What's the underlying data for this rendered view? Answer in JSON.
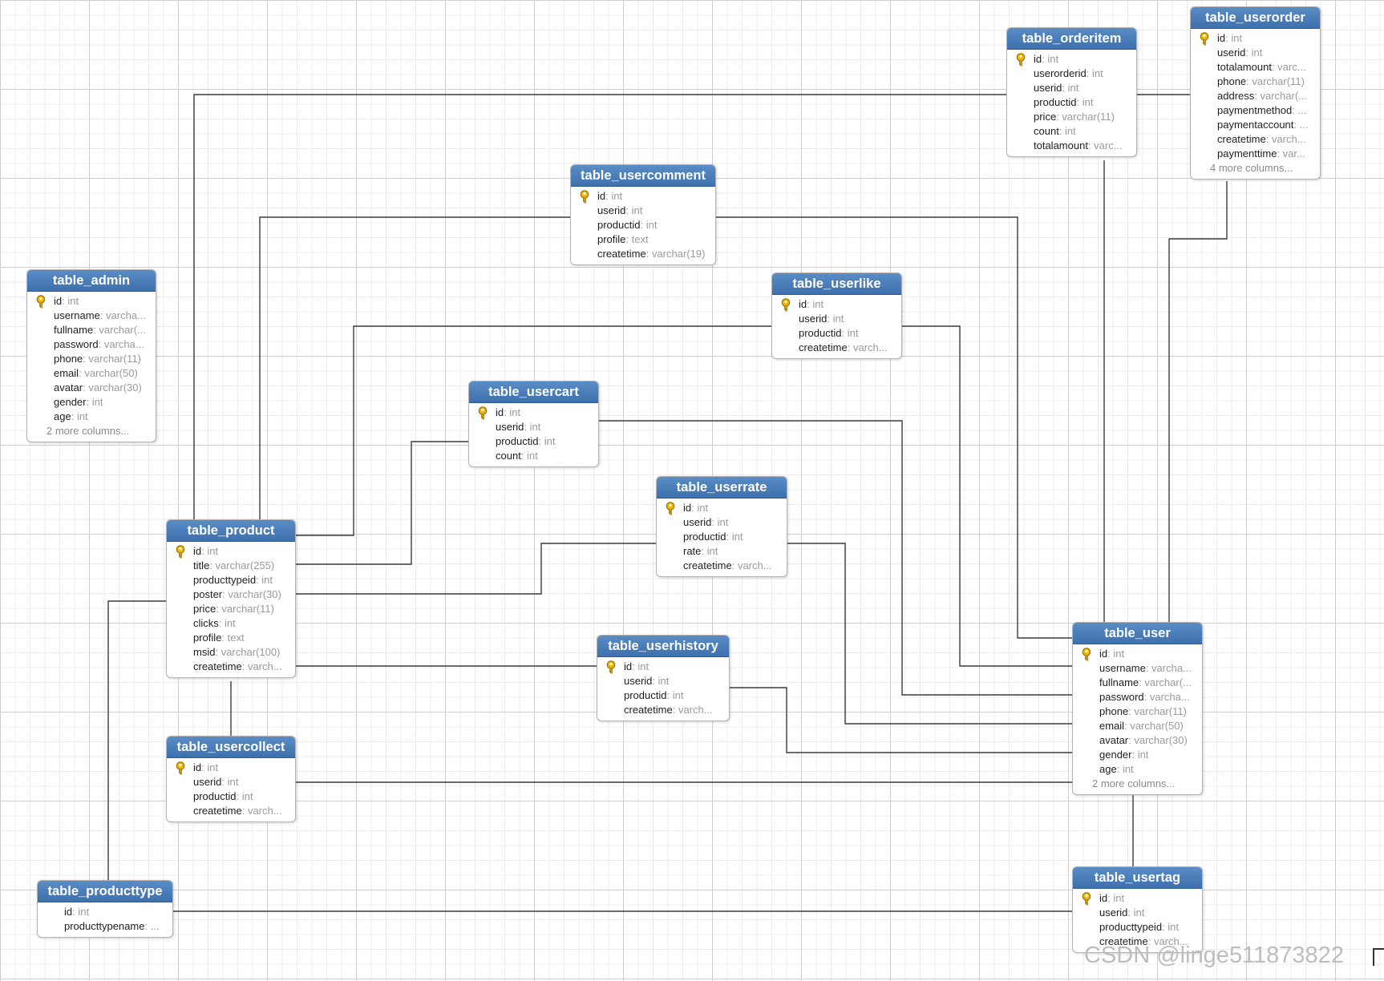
{
  "tables": {
    "admin": {
      "name": "table_admin",
      "fields": [
        {
          "name": "id",
          "type": "int",
          "pk": true
        },
        {
          "name": "username",
          "type": "varcha..."
        },
        {
          "name": "fullname",
          "type": "varchar(..."
        },
        {
          "name": "password",
          "type": "varcha..."
        },
        {
          "name": "phone",
          "type": "varchar(11)"
        },
        {
          "name": "email",
          "type": "varchar(50)"
        },
        {
          "name": "avatar",
          "type": "varchar(30)"
        },
        {
          "name": "gender",
          "type": "int"
        },
        {
          "name": "age",
          "type": "int"
        }
      ],
      "more": "2 more columns..."
    },
    "product": {
      "name": "table_product",
      "fields": [
        {
          "name": "id",
          "type": "int",
          "pk": true
        },
        {
          "name": "title",
          "type": "varchar(255)"
        },
        {
          "name": "producttypeid",
          "type": "int"
        },
        {
          "name": "poster",
          "type": "varchar(30)"
        },
        {
          "name": "price",
          "type": "varchar(11)"
        },
        {
          "name": "clicks",
          "type": "int"
        },
        {
          "name": "profile",
          "type": "text"
        },
        {
          "name": "msid",
          "type": "varchar(100)"
        },
        {
          "name": "createtime",
          "type": "varch..."
        }
      ]
    },
    "usercollect": {
      "name": "table_usercollect",
      "fields": [
        {
          "name": "id",
          "type": "int",
          "pk": true
        },
        {
          "name": "userid",
          "type": "int"
        },
        {
          "name": "productid",
          "type": "int"
        },
        {
          "name": "createtime",
          "type": "varch..."
        }
      ]
    },
    "producttype": {
      "name": "table_producttype",
      "fields": [
        {
          "name": "id",
          "type": "int"
        },
        {
          "name": "producttypename",
          "type": "..."
        }
      ]
    },
    "usercomment": {
      "name": "table_usercomment",
      "fields": [
        {
          "name": "id",
          "type": "int",
          "pk": true
        },
        {
          "name": "userid",
          "type": "int"
        },
        {
          "name": "productid",
          "type": "int"
        },
        {
          "name": "profile",
          "type": "text"
        },
        {
          "name": "createtime",
          "type": "varchar(19)"
        }
      ]
    },
    "usercart": {
      "name": "table_usercart",
      "fields": [
        {
          "name": "id",
          "type": "int",
          "pk": true
        },
        {
          "name": "userid",
          "type": "int"
        },
        {
          "name": "productid",
          "type": "int"
        },
        {
          "name": "count",
          "type": "int"
        }
      ]
    },
    "userlike": {
      "name": "table_userlike",
      "fields": [
        {
          "name": "id",
          "type": "int",
          "pk": true
        },
        {
          "name": "userid",
          "type": "int"
        },
        {
          "name": "productid",
          "type": "int"
        },
        {
          "name": "createtime",
          "type": "varch..."
        }
      ]
    },
    "userrate": {
      "name": "table_userrate",
      "fields": [
        {
          "name": "id",
          "type": "int",
          "pk": true
        },
        {
          "name": "userid",
          "type": "int"
        },
        {
          "name": "productid",
          "type": "int"
        },
        {
          "name": "rate",
          "type": "int"
        },
        {
          "name": "createtime",
          "type": "varch..."
        }
      ]
    },
    "userhistory": {
      "name": "table_userhistory",
      "fields": [
        {
          "name": "id",
          "type": "int",
          "pk": true
        },
        {
          "name": "userid",
          "type": "int"
        },
        {
          "name": "productid",
          "type": "int"
        },
        {
          "name": "createtime",
          "type": "varch..."
        }
      ]
    },
    "orderitem": {
      "name": "table_orderitem",
      "fields": [
        {
          "name": "id",
          "type": "int",
          "pk": true
        },
        {
          "name": "userorderid",
          "type": "int"
        },
        {
          "name": "userid",
          "type": "int"
        },
        {
          "name": "productid",
          "type": "int"
        },
        {
          "name": "price",
          "type": "varchar(11)"
        },
        {
          "name": "count",
          "type": "int"
        },
        {
          "name": "totalamount",
          "type": "varc..."
        }
      ]
    },
    "userorder": {
      "name": "table_userorder",
      "fields": [
        {
          "name": "id",
          "type": "int",
          "pk": true
        },
        {
          "name": "userid",
          "type": "int"
        },
        {
          "name": "totalamount",
          "type": "varc..."
        },
        {
          "name": "phone",
          "type": "varchar(11)"
        },
        {
          "name": "address",
          "type": "varchar(..."
        },
        {
          "name": "paymentmethod",
          "type": "..."
        },
        {
          "name": "paymentaccount",
          "type": "..."
        },
        {
          "name": "createtime",
          "type": "varch..."
        },
        {
          "name": "paymenttime",
          "type": "var..."
        }
      ],
      "more": "4 more columns..."
    },
    "user": {
      "name": "table_user",
      "fields": [
        {
          "name": "id",
          "type": "int",
          "pk": true
        },
        {
          "name": "username",
          "type": "varcha..."
        },
        {
          "name": "fullname",
          "type": "varchar(..."
        },
        {
          "name": "password",
          "type": "varcha..."
        },
        {
          "name": "phone",
          "type": "varchar(11)"
        },
        {
          "name": "email",
          "type": "varchar(50)"
        },
        {
          "name": "avatar",
          "type": "varchar(30)"
        },
        {
          "name": "gender",
          "type": "int"
        },
        {
          "name": "age",
          "type": "int"
        }
      ],
      "more": "2 more columns..."
    },
    "usertag": {
      "name": "table_usertag",
      "fields": [
        {
          "name": "id",
          "type": "int",
          "pk": true
        },
        {
          "name": "userid",
          "type": "int"
        },
        {
          "name": "producttypeid",
          "type": "int"
        },
        {
          "name": "createtime",
          "type": "varch..."
        }
      ]
    }
  },
  "watermark": "CSDN @linge511873822",
  "colors": {
    "header": "#4a7fbf",
    "line": "#3c3c3c",
    "key_icon": "#f0b400"
  }
}
